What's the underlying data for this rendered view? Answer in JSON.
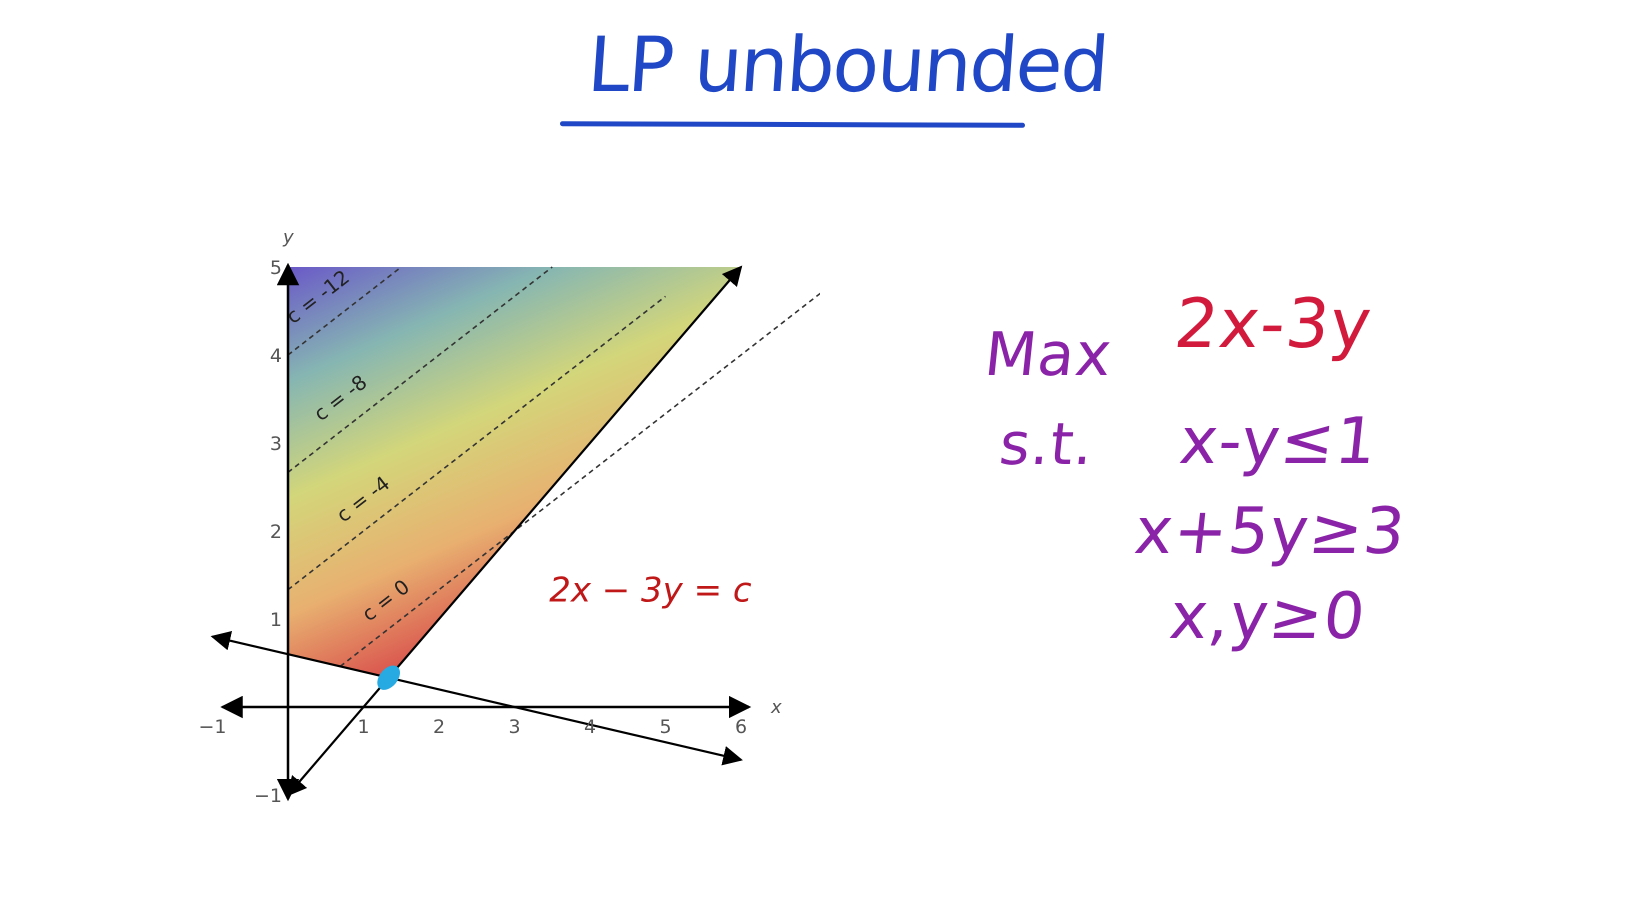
{
  "title": "LP unbounded",
  "chart_data": {
    "type": "line",
    "xlabel": "x",
    "ylabel": "y",
    "xlim": [
      -1,
      6
    ],
    "ylim": [
      -1,
      5
    ],
    "x_ticks": [
      {
        "value": -1,
        "label": "−1"
      },
      {
        "value": 1,
        "label": "1"
      },
      {
        "value": 2,
        "label": "2"
      },
      {
        "value": 3,
        "label": "3"
      },
      {
        "value": 4,
        "label": "4"
      },
      {
        "value": 5,
        "label": "5"
      },
      {
        "value": 6,
        "label": "6"
      }
    ],
    "y_ticks": [
      {
        "value": -1,
        "label": "−1"
      },
      {
        "value": 1,
        "label": "1"
      },
      {
        "value": 2,
        "label": "2"
      },
      {
        "value": 3,
        "label": "3"
      },
      {
        "value": 4,
        "label": "4"
      },
      {
        "value": 5,
        "label": "5"
      }
    ],
    "feasible_region": [
      [
        0,
        0.6
      ],
      [
        1.333,
        0.333
      ],
      [
        6,
        5
      ],
      [
        0,
        5
      ]
    ],
    "constraint_lines": [
      {
        "expr": "x - y = 1",
        "from": [
          0,
          -1
        ],
        "to": [
          6,
          5
        ]
      },
      {
        "expr": "x + 5y = 3",
        "from": [
          -1,
          0.8
        ],
        "to": [
          6,
          -0.6
        ]
      }
    ],
    "level_curves": [
      {
        "c": 0,
        "label": "c = 0",
        "label_at": [
          1.35,
          1.15
        ]
      },
      {
        "c": -4,
        "label": "c = -4",
        "label_at": [
          1.05,
          2.3
        ]
      },
      {
        "c": -8,
        "label": "c = -8",
        "label_at": [
          0.75,
          3.45
        ]
      },
      {
        "c": -12,
        "label": "c = -12",
        "label_at": [
          0.45,
          4.6
        ]
      }
    ],
    "optimal_point": [
      1.333,
      0.333
    ],
    "level_equation": "2x − 3y = c",
    "level_equation_at": [
      4.8,
      1.2
    ],
    "gradient_colors": [
      "#6a58c8",
      "#86b6b2",
      "#d3d67a",
      "#e8b070",
      "#d84a4a"
    ]
  },
  "lp": {
    "max_label": "Max",
    "objective": "2x-3y",
    "st_label": "s.t.",
    "constraints": [
      "x-y≤1",
      "x+5y≥3",
      "x,y≥0"
    ]
  },
  "colors": {
    "title": "#1f47c6",
    "objective": "#d21a3c",
    "constraints": "#8a23a8",
    "optimal_point": "#27a9e1",
    "equation": "#c01818"
  }
}
